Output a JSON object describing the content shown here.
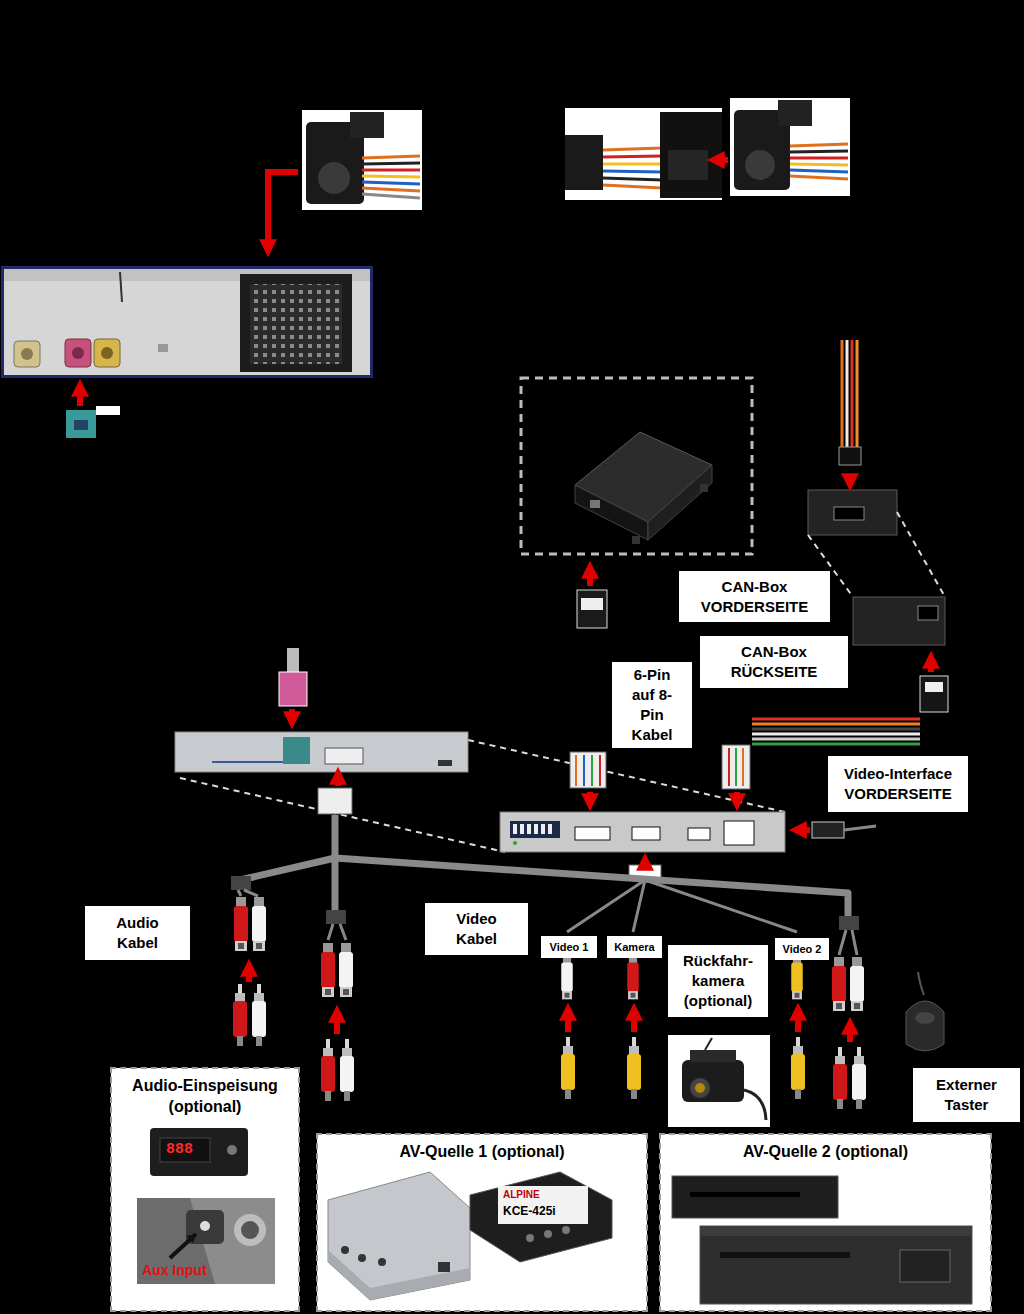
{
  "diagram": {
    "nodes": [
      {
        "text": [
          "CAN-Box VORDERSEITE"
        ]
      },
      {
        "text": [
          "CAN-Box RÜCKSEITE"
        ]
      },
      {
        "text": [
          "6-Pin auf 8-Pin Kabel"
        ]
      },
      {
        "text": [
          "Video-Interface VORDERSEITE"
        ]
      },
      {
        "text": [
          "Audio Kabel"
        ]
      },
      {
        "text": [
          "Video Kabel"
        ]
      },
      {
        "text": [
          "Video 1"
        ]
      },
      {
        "text": [
          "Kamera"
        ]
      },
      {
        "text": [
          "Rückfahr- kamera (optional)"
        ]
      },
      {
        "text": [
          "Video 2"
        ]
      },
      {
        "text": [
          "Externer Taster"
        ]
      },
      {
        "text": [
          "Audio-Einspeisung (optional)"
        ]
      },
      {
        "text": [
          "AV-Quelle 1 (optional)"
        ]
      },
      {
        "text": [
          "AV-Quelle 2 (optional)"
        ]
      }
    ],
    "labels": [
      "888",
      "Aux Input",
      "ALPINE",
      "KCE-425i"
    ]
  }
}
